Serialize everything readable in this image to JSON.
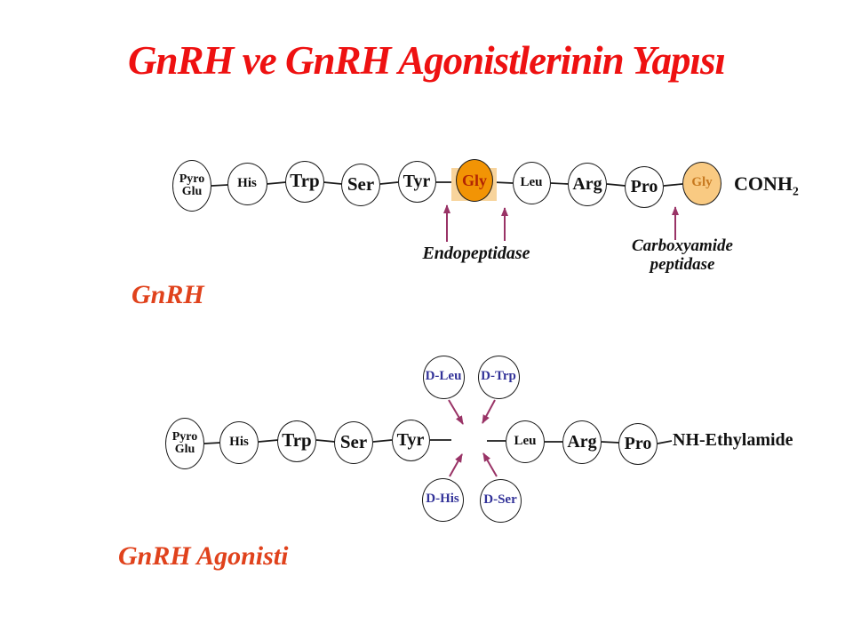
{
  "title": "GnRH ve GnRH Agonistlerinin Yapısı",
  "gnrh": {
    "label": "GnRH",
    "residues": [
      "Pyro|Glu",
      "His",
      "Trp",
      "Ser",
      "Tyr",
      "Gly",
      "Leu",
      "Arg",
      "Pro",
      "Gly"
    ],
    "terminal": "CONH",
    "terminal_sub": "2",
    "enzyme_endopeptidase": "Endopeptidase",
    "enzyme_carboxyamide_line1": "Carboxyamide",
    "enzyme_carboxyamide_line2": "peptidase"
  },
  "agonist": {
    "label": "GnRH Agonisti",
    "residues": [
      "Pyro|Glu",
      "His",
      "Trp",
      "Ser",
      "Tyr",
      "Leu",
      "Arg",
      "Pro"
    ],
    "terminal": "NH-Ethylamide",
    "substitutions": [
      "D-Leu",
      "D-Trp",
      "D-His",
      "D-Ser"
    ]
  },
  "colors": {
    "title": "#ee1111",
    "section_label": "#e0421c",
    "highlight_circle": "#f29405",
    "highlight_square": "#f8d49c",
    "highlight_text": "#b22504",
    "amide_circle": "#f9ca82",
    "amide_text": "#c7791f",
    "arrow": "#993366",
    "substitution_text": "#333399"
  }
}
